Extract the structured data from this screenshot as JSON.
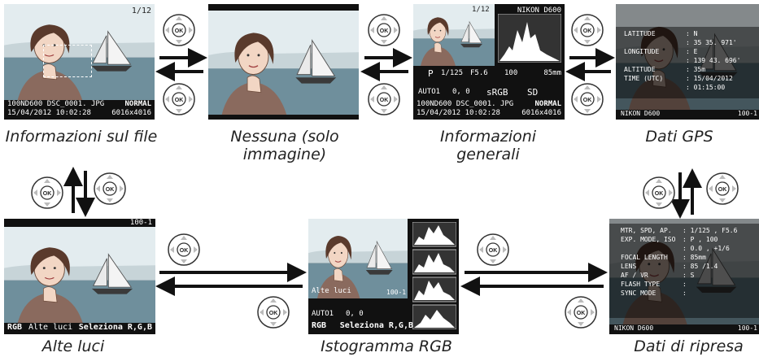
{
  "captions": {
    "file_info": "Informazioni sul file",
    "none": "Nessuna (solo\nimmagine)",
    "general": "Informazioni\ngenerali",
    "gps": "Dati GPS",
    "highlights": "Alte luci",
    "rgb_hist": "Istogramma RGB",
    "shooting": "Dati di ripresa"
  },
  "file_info_screen": {
    "frame": "1/12",
    "line1": "100ND600  DSC_0001. JPG",
    "quality": "NORMAL",
    "line2": "15/04/2012  10:02:28",
    "size": "6016x4016"
  },
  "general_screen": {
    "frame": "1/12",
    "camera": "NIKON D600",
    "mode": "P",
    "shutter": "1/125",
    "aperture": "F5.6",
    "iso": "100",
    "focal": "85mm",
    "wb": "AUTO1",
    "wb_adj": "0, 0",
    "color_space": "sRGB",
    "picture_ctrl": "SD",
    "line1": "100ND600  DSC_0001. JPG",
    "quality": "NORMAL",
    "line2": "15/04/2012  10:02:28",
    "size": "6016x4016"
  },
  "gps_screen": {
    "rows": [
      {
        "label": "LATITUDE",
        "value": ": N"
      },
      {
        "label": "",
        "value": ": 35  35. 971'"
      },
      {
        "label": "LONGITUDE",
        "value": ": E"
      },
      {
        "label": "",
        "value": ": 139  43. 696'"
      },
      {
        "label": "ALTITUDE",
        "value": ": 35m"
      },
      {
        "label": "TIME (UTC)",
        "value": ": 15/04/2012"
      },
      {
        "label": "",
        "value": ": 01:15:00"
      }
    ],
    "camera": "NIKON D600",
    "frame": "100-1"
  },
  "highlights_screen": {
    "frame": "100-1",
    "channel": "RGB",
    "label": "Alte  luci",
    "select": "Seleziona R,G,B"
  },
  "rgb_screen": {
    "label": "Alte  luci",
    "frame": "100-1",
    "wb": "AUTO1",
    "wb_adj": "0,  0",
    "channel": "RGB",
    "select": "Seleziona R,G,B"
  },
  "shooting_screen": {
    "rows": [
      {
        "label": "MTR, SPD, AP.",
        "value": ": 1/125  , F5.6"
      },
      {
        "label": "EXP. MODE, ISO",
        "value": ": P , 100"
      },
      {
        "label": "",
        "value": ": 0.0 , +1/6"
      },
      {
        "label": "FOCAL LENGTH",
        "value": ": 85mm"
      },
      {
        "label": "LENS",
        "value": ": 85          /1.4"
      },
      {
        "label": "AF / VR",
        "value": ": S"
      },
      {
        "label": "FLASH TYPE",
        "value": ":"
      },
      {
        "label": "SYNC MODE",
        "value": ":"
      }
    ],
    "camera": "NIKON D600",
    "frame": "100-1"
  }
}
